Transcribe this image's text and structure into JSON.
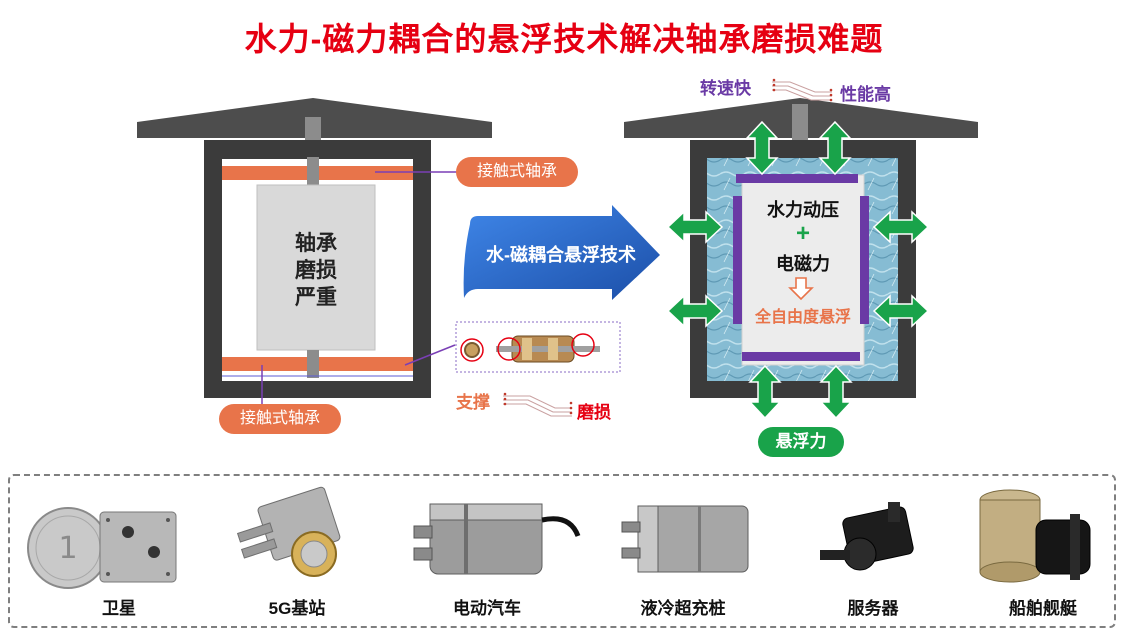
{
  "title": "水力-磁力耦合的悬浮技术解决轴承磨损难题",
  "left_house": {
    "core_text": "轴承\n磨损\n严重",
    "bearing_label_top": "接触式轴承",
    "bearing_label_bottom": "接触式轴承",
    "support_label": "支撑",
    "wear_label": "磨损"
  },
  "arrow_text": "水-磁耦合悬浮技术",
  "right_house": {
    "top_left_label": "转速快",
    "top_right_label": "性能高",
    "core_line1": "水力动压",
    "core_plus": "+",
    "core_line2": "电磁力",
    "core_line3": "全自由度悬浮",
    "float_label": "悬浮力"
  },
  "applications": [
    {
      "label": "卫星",
      "icon": "coin-and-pump-icon"
    },
    {
      "label": "5G基站",
      "icon": "pump-with-coin-icon"
    },
    {
      "label": "电动汽车",
      "icon": "cylinder-pump-icon"
    },
    {
      "label": "液冷超充桩",
      "icon": "cylinder-pump-icon"
    },
    {
      "label": "服务器",
      "icon": "small-pump-icon"
    },
    {
      "label": "船舶舰艇",
      "icon": "motor-pump-icon"
    }
  ],
  "colors": {
    "title_red": "#e60012",
    "roof_gray": "#4d4d4d",
    "bearing_orange": "#e8744a",
    "bearing_purple": "#6a3aa5",
    "arrow_blue": "#2e6fd0",
    "force_green": "#19a34a",
    "water_blue": "#7eb4cc"
  }
}
